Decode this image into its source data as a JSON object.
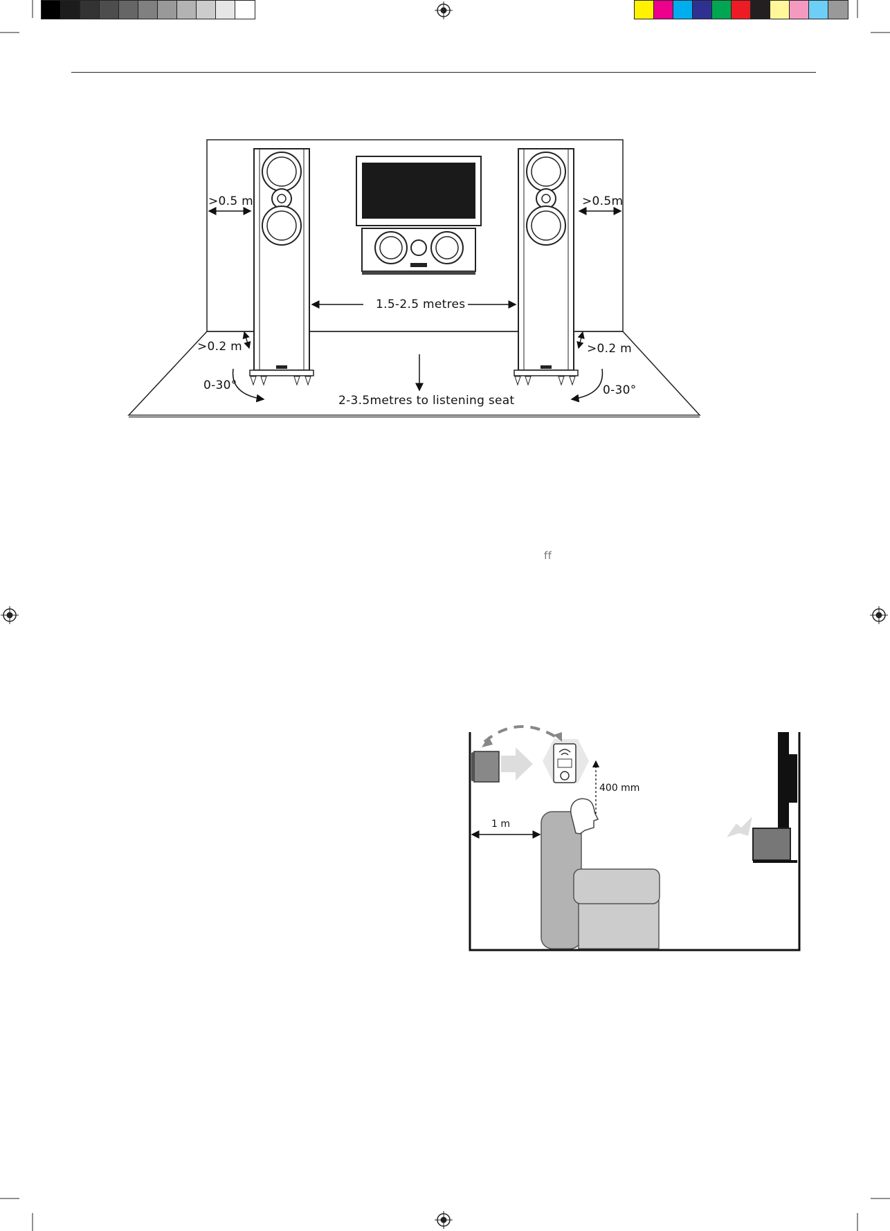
{
  "calibration": {
    "grayscale": [
      "#000000",
      "#1c1c1c",
      "#333333",
      "#4d4d4d",
      "#666666",
      "#808080",
      "#999999",
      "#b3b3b3",
      "#cccccc",
      "#e6e6e6",
      "#ffffff"
    ],
    "colors": [
      "#fff200",
      "#ec008c",
      "#00aeef",
      "#2e3192",
      "#00a651",
      "#ed1c24",
      "#231f20",
      "#fff799",
      "#f49ac1",
      "#6dcff6",
      "#999999"
    ]
  },
  "diagram_front": {
    "clearance_side_left": ">0.5 m",
    "clearance_side_right": ">0.5m",
    "speaker_spacing": "1.5-2.5 metres",
    "clearance_back_left": ">0.2 m",
    "clearance_back_right": ">0.2 m",
    "toe_in_left": "0-30°",
    "toe_in_right": "0-30°",
    "listening_distance": "2-3.5metres to listening seat"
  },
  "stray_glyph": "ff",
  "diagram_side": {
    "height_label": "400 mm",
    "distance_label": "1 m"
  }
}
